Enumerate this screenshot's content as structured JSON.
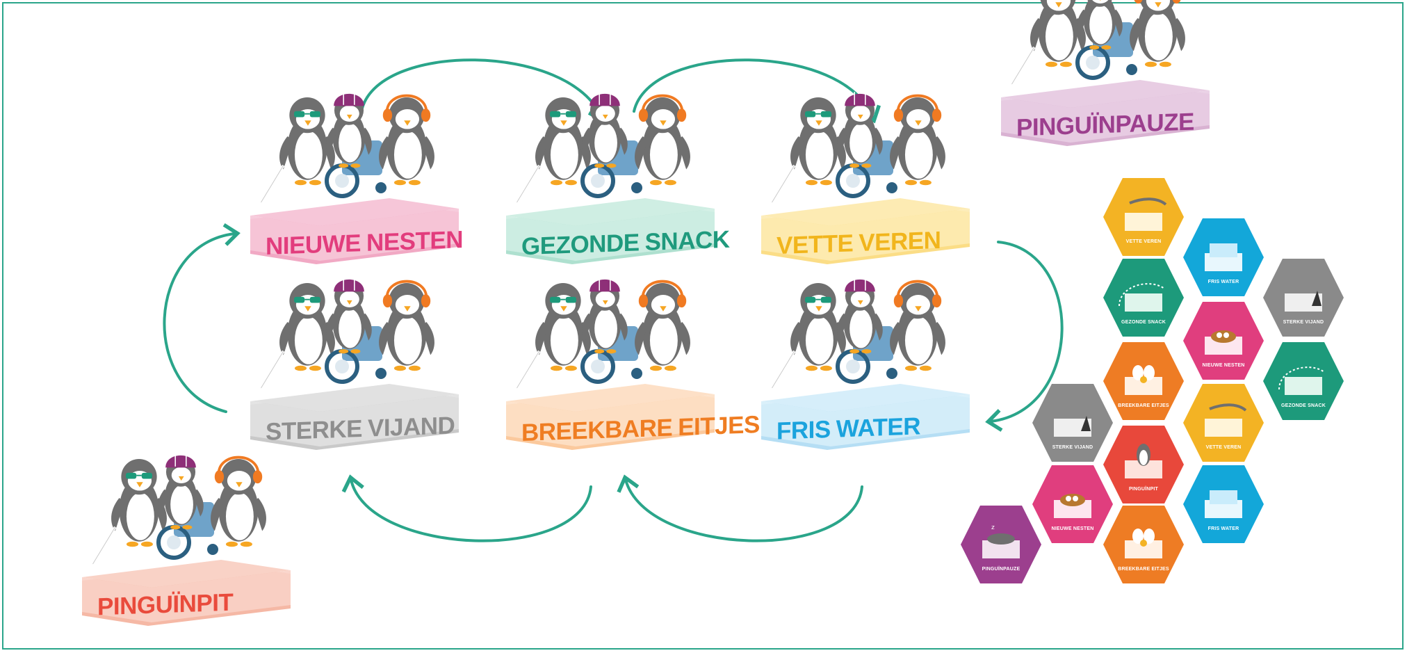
{
  "cards": [
    {
      "word1": "NIEUWE",
      "word2": "NESTEN",
      "base": "#f6c6d8",
      "side": "#f1a9c4",
      "c1": "#e23d7d",
      "c2": "#e23d7d"
    },
    {
      "word1": "GEZONDE",
      "word2": "SNACK",
      "base": "#cfeee3",
      "side": "#aee0cf",
      "c1": "#1f9a7d",
      "c2": "#1f9a7d"
    },
    {
      "word1": "VETTE",
      "word2": "VEREN",
      "base": "#fdebb3",
      "side": "#fbdd86",
      "c1": "#f1b51c",
      "c2": "#f1b51c"
    },
    {
      "word1": "STERKE",
      "word2": "VIJAND",
      "base": "#e1e1e1",
      "side": "#c9c9c9",
      "c1": "#8e8e8e",
      "c2": "#8e8e8e"
    },
    {
      "word1": "BREEKBARE",
      "word2": "EITJES",
      "base": "#fde0c7",
      "side": "#fbc99d",
      "c1": "#ef7d22",
      "c2": "#ef7d22"
    },
    {
      "word1": "FRIS",
      "word2": "WATER",
      "base": "#d6eefa",
      "side": "#b5def4",
      "c1": "#1ba3dd",
      "c2": "#1ba3dd"
    },
    {
      "word1": "PINGUÏN",
      "word2": "PIT",
      "base": "#f9d2c6",
      "side": "#f5b8a5",
      "c1": "#e94b3c",
      "c2": "#e94b3c"
    },
    {
      "word1": "PINGUÏN",
      "word2": "PAUZE",
      "base": "#e8cde3",
      "side": "#d9b2d2",
      "c1": "#9c3f8e",
      "c2": "#9c3f8e"
    }
  ],
  "hexes": [
    {
      "label": "VETTE VEREN",
      "color": "#f3b324",
      "item": "feather"
    },
    {
      "label": "FRIS WATER",
      "color": "#13a7d9",
      "item": "water"
    },
    {
      "label": "GEZONDE SNACK",
      "color": "#1d9a7b",
      "item": "snack"
    },
    {
      "label": "STERKE VIJAND",
      "color": "#8a8a8a",
      "item": "enemy"
    },
    {
      "label": "NIEUWE NESTEN",
      "color": "#e03e7e",
      "item": "nest"
    },
    {
      "label": "GEZONDE SNACK",
      "color": "#1d9a7b",
      "item": "snack"
    },
    {
      "label": "BREEKBARE EITJES",
      "color": "#ee7c24",
      "item": "egg"
    },
    {
      "label": "STERKE VIJAND",
      "color": "#8a8a8a",
      "item": "enemy"
    },
    {
      "label": "VETTE VEREN",
      "color": "#f3b324",
      "item": "feather"
    },
    {
      "label": "PINGUÏNPIT",
      "color": "#e8483b",
      "item": "penguin"
    },
    {
      "label": "NIEUWE NESTEN",
      "color": "#e03e7e",
      "item": "nest"
    },
    {
      "label": "FRIS WATER",
      "color": "#13a7d9",
      "item": "water"
    },
    {
      "label": "PINGUÏNPAUZE",
      "color": "#9c3f8e",
      "item": "sleep"
    },
    {
      "label": "BREEKBARE EITJES",
      "color": "#ee7c24",
      "item": "egg"
    }
  ],
  "colors": {
    "frame": "#2aa58a",
    "arrow": "#2aa58a"
  }
}
